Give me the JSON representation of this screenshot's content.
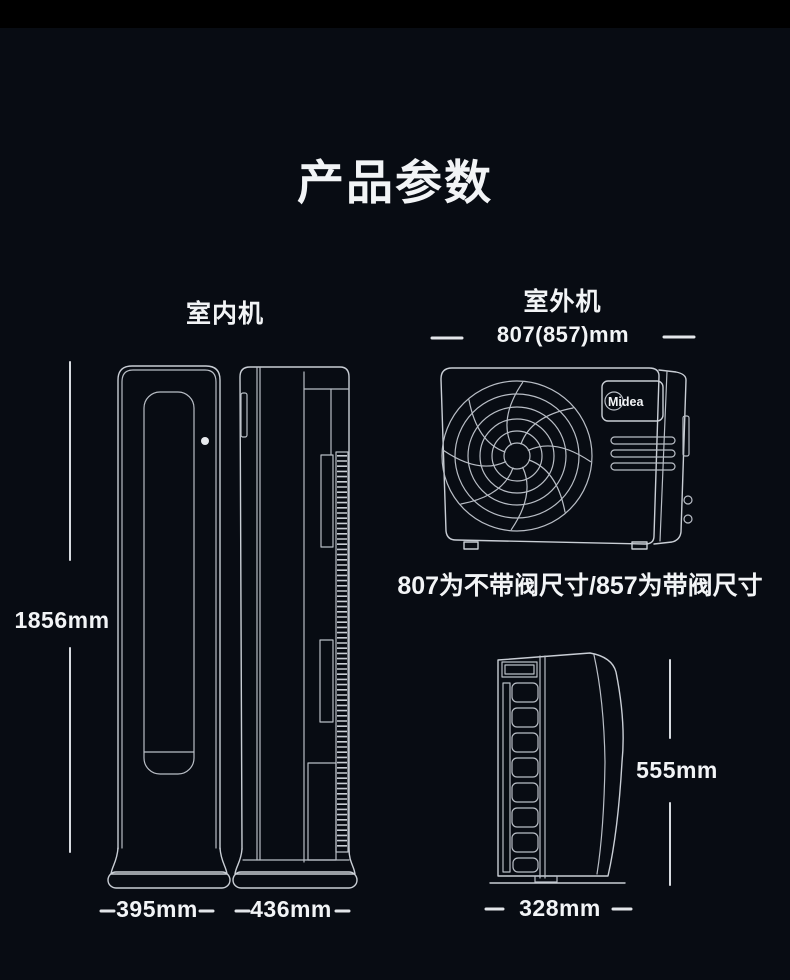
{
  "title": "产品参数",
  "indoor": {
    "label": "室内机",
    "height": "1856mm",
    "width_front": "395mm",
    "depth_side": "436mm"
  },
  "outdoor": {
    "label": "室外机",
    "width": "807(857)mm",
    "width_note": "807为不带阀尺寸/857为带阀尺寸",
    "height": "555mm",
    "depth": "328mm",
    "brand": "Midea"
  },
  "colors": {
    "background": "#080c13",
    "top_bar": "#000000",
    "line": "#c9ced5",
    "text": "#f2f4f6"
  }
}
